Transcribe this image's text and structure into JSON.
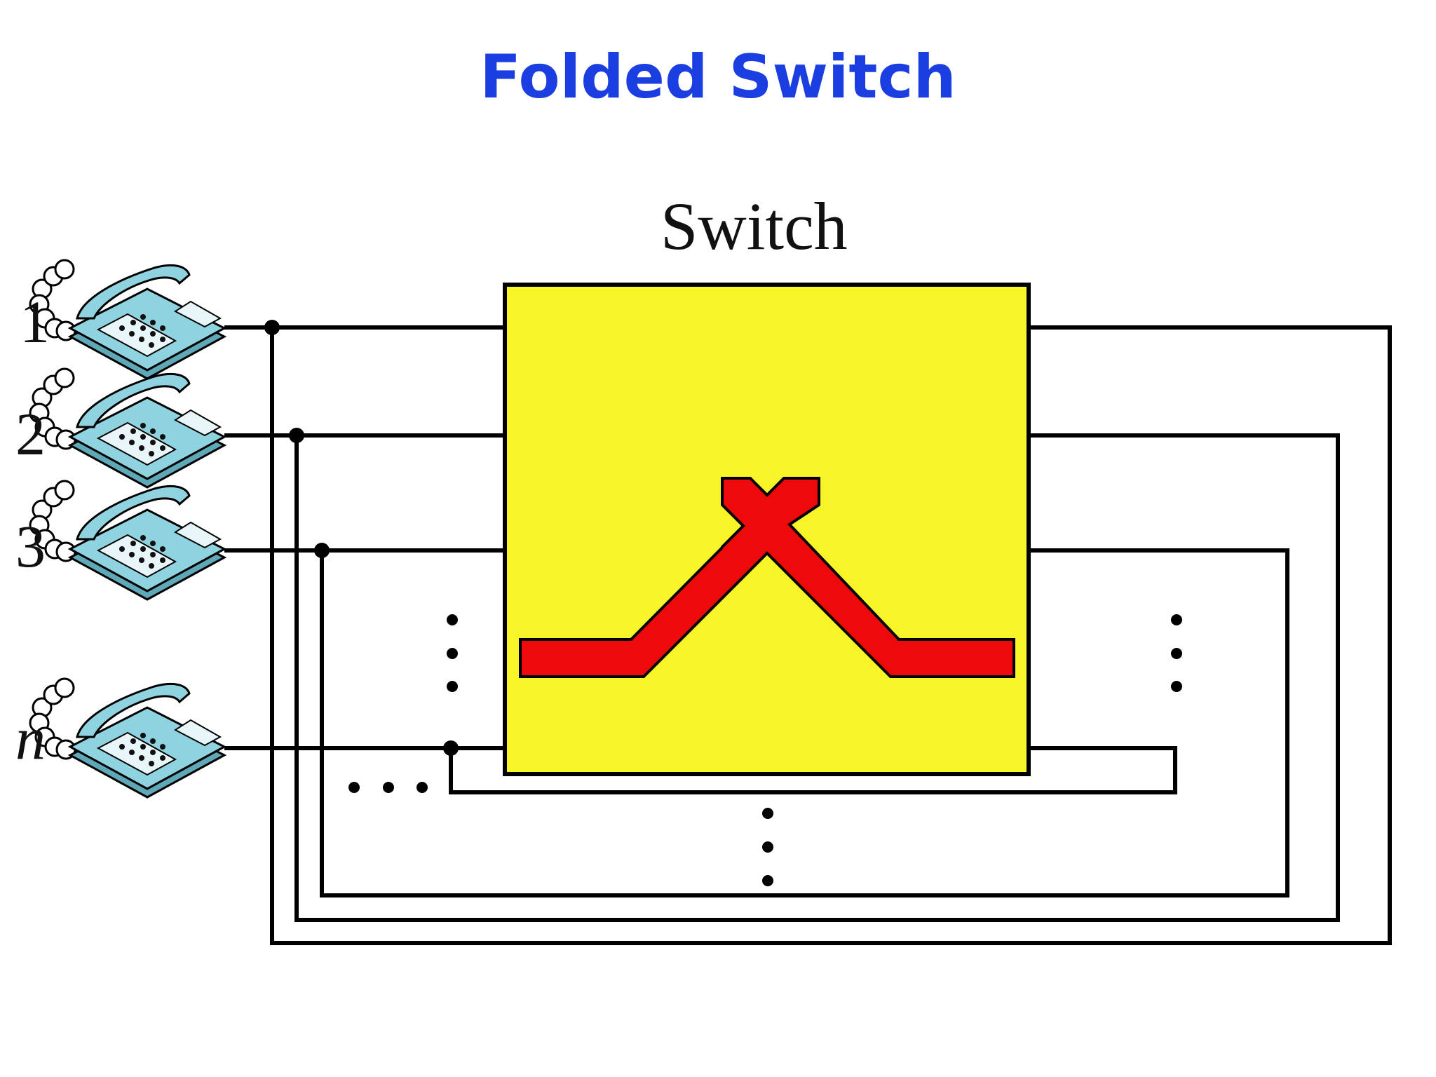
{
  "title": "Folded Switch",
  "switch_label": "Switch",
  "phones": [
    {
      "label": "1"
    },
    {
      "label": "2"
    },
    {
      "label": "3"
    },
    {
      "label": "n"
    }
  ],
  "colors": {
    "title": "#1a3ee0",
    "switch_box": "#f7f528",
    "crosspoint": "#ee0a0a",
    "phone_body": "#8fd3e0",
    "wire": "#000000"
  },
  "icons": [
    "telephone-icon"
  ]
}
